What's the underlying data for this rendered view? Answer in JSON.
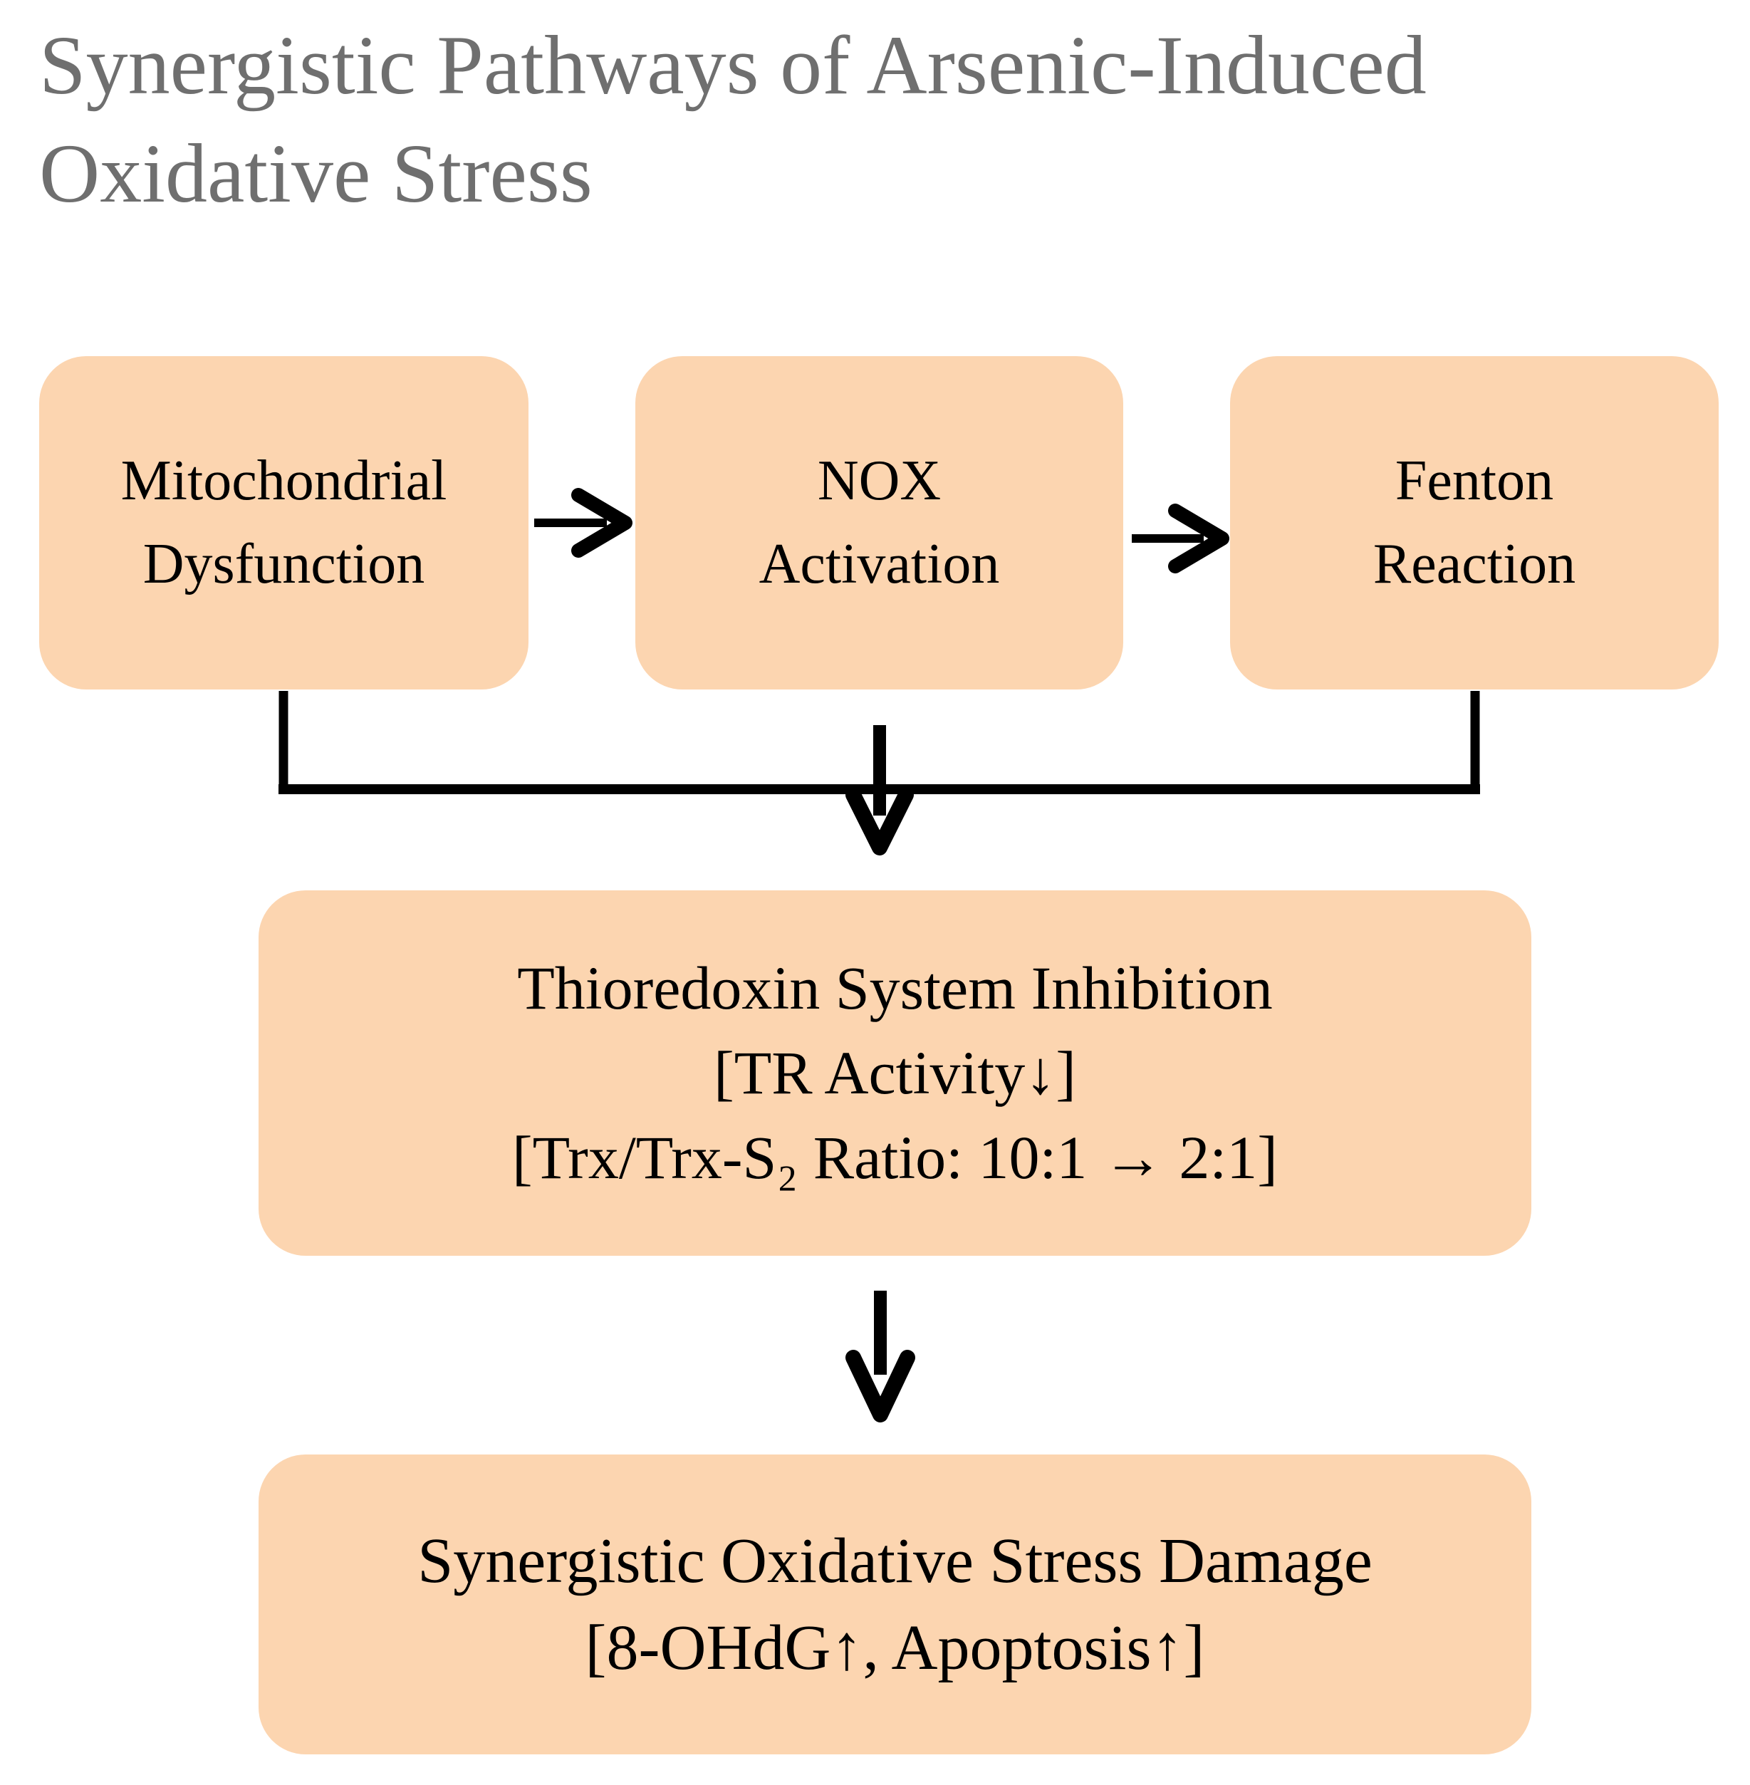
{
  "title": "Synergistic Pathways of Arsenic-Induced Oxidative Stress",
  "colors": {
    "node_fill": "#fcd5b0",
    "title_text": "#6f6f6f",
    "node_text": "#000000",
    "connector": "#000000"
  },
  "nodes": {
    "top_row": [
      {
        "lines": [
          "Mitochondrial",
          "Dysfunction"
        ]
      },
      {
        "lines": [
          "NOX",
          "Activation"
        ]
      },
      {
        "lines": [
          "Fenton",
          "Reaction"
        ]
      }
    ],
    "middle": {
      "lines": [
        "Thioredoxin System Inhibition",
        "[TR Activity↓]",
        "[Trx/Trx-S₂ Ratio: 10:1 → 2:1]"
      ]
    },
    "bottom": {
      "lines": [
        "Synergistic Oxidative Stress Damage",
        "[8-OHdG↑, Apoptosis↑]"
      ]
    }
  }
}
